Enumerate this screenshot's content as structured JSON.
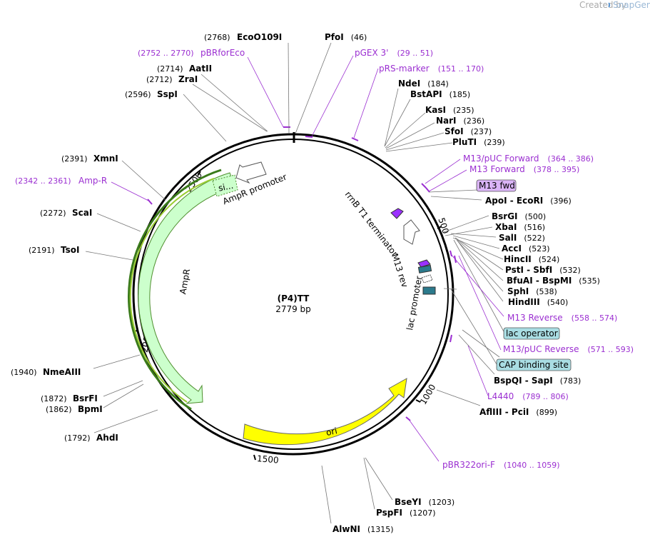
{
  "watermark": {
    "created_by": "Created by",
    "brand": "SnapGene"
  },
  "plasmid": {
    "name": "(P4)TT",
    "length_label": "2779 bp"
  },
  "ticks": [
    "2500",
    "2000",
    "1500",
    "1000",
    "500"
  ],
  "enzymes": [
    {
      "name": "EcoO109I",
      "pos": "(2768)"
    },
    {
      "name": "PfoI",
      "pos": "(46)"
    },
    {
      "name": "AatII",
      "pos": "(2714)"
    },
    {
      "name": "ZraI",
      "pos": "(2712)"
    },
    {
      "name": "SspI",
      "pos": "(2596)"
    },
    {
      "name": "NdeI",
      "pos": "(184)"
    },
    {
      "name": "BstAPI",
      "pos": "(185)"
    },
    {
      "name": "KasI",
      "pos": "(235)"
    },
    {
      "name": "NarI",
      "pos": "(236)"
    },
    {
      "name": "SfoI",
      "pos": "(237)"
    },
    {
      "name": "PluTI",
      "pos": "(239)"
    },
    {
      "name": "XmnI",
      "pos": "(2391)"
    },
    {
      "name": "ApoI  -  EcoRI",
      "pos": "(396)"
    },
    {
      "name": "ScaI",
      "pos": "(2272)"
    },
    {
      "name": "BsrGI",
      "pos": "(500)"
    },
    {
      "name": "XbaI",
      "pos": "(516)"
    },
    {
      "name": "SalI",
      "pos": "(522)"
    },
    {
      "name": "AccI",
      "pos": "(523)"
    },
    {
      "name": "TsoI",
      "pos": "(2191)"
    },
    {
      "name": "HincII",
      "pos": "(524)"
    },
    {
      "name": "PstI  -  SbfI",
      "pos": "(532)"
    },
    {
      "name": "BfuAI  -  BspMI",
      "pos": "(535)"
    },
    {
      "name": "SphI",
      "pos": "(538)"
    },
    {
      "name": "HindIII",
      "pos": "(540)"
    },
    {
      "name": "NmeAIII",
      "pos": "(1940)"
    },
    {
      "name": "BspQI  -  SapI",
      "pos": "(783)"
    },
    {
      "name": "BsrFI",
      "pos": "(1872)"
    },
    {
      "name": "BpmI",
      "pos": "(1862)"
    },
    {
      "name": "AflIII  -  PciI",
      "pos": "(899)"
    },
    {
      "name": "AhdI",
      "pos": "(1792)"
    },
    {
      "name": "BseYI",
      "pos": "(1203)"
    },
    {
      "name": "PspFI",
      "pos": "(1207)"
    },
    {
      "name": "AlwNI",
      "pos": "(1315)"
    }
  ],
  "primers": [
    {
      "name": "pBRforEco",
      "range": "(2752 .. 2770)"
    },
    {
      "name": "pGEX 3'",
      "range": "(29 .. 51)"
    },
    {
      "name": "pRS-marker",
      "range": "(151 .. 170)"
    },
    {
      "name": "Amp-R",
      "range": "(2342 .. 2361)"
    },
    {
      "name": "M13/pUC Forward",
      "range": "(364 .. 386)"
    },
    {
      "name": "M13 Forward",
      "range": "(378 .. 395)"
    },
    {
      "name": "M13 Reverse",
      "range": "(558 .. 574)"
    },
    {
      "name": "M13/pUC Reverse",
      "range": "(571 .. 593)"
    },
    {
      "name": "L4440",
      "range": "(789 .. 806)"
    },
    {
      "name": "pBR322ori-F",
      "range": "(1040 .. 1059)"
    }
  ],
  "pill_labels": {
    "m13_fwd": "M13 fwd",
    "lac_operator": "lac operator",
    "cap_site": "CAP binding site"
  },
  "features": {
    "ampr": "AmpR",
    "ampr_promoter": "AmpR promoter",
    "signal": "si...",
    "ori": "ori",
    "rrnb": "rrnB T1 terminator",
    "m13_rev": "M13 rev",
    "lac_promoter": "lac promoter"
  },
  "colors": {
    "primer": "#9b2fd1",
    "ampr_fill": "#ccffcc",
    "ampr_border": "#4f8f2f",
    "ori_fill": "#ffff00",
    "pill_purple": "#dab4f7",
    "pill_cyan": "#a9dde3",
    "teal": "#2b7a8c"
  }
}
